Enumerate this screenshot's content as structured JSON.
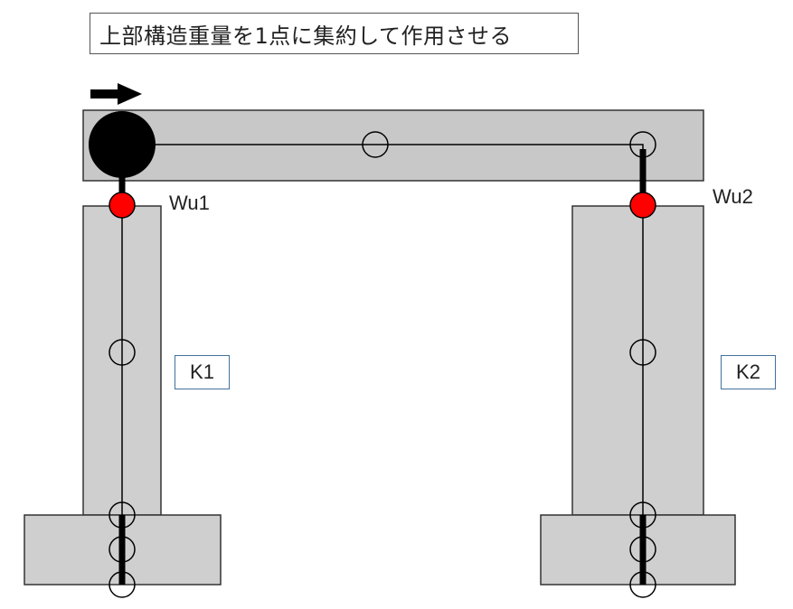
{
  "title": "上部構造重量を1点に集約して作用させる",
  "nodes": {
    "wu1": "Wu1",
    "wu2": "Wu2"
  },
  "springs": {
    "k1": "K1",
    "k2": "K2"
  },
  "colors": {
    "member_fill": "#d0cfd0",
    "beam_fill": "#c8c8c8",
    "bearing": "#ff0000",
    "mass": "#000000",
    "spring_box_border": "#41719c"
  },
  "icons": {
    "load_direction": "arrow-right-icon",
    "lumped_mass": "filled-circle-icon",
    "bearing_node": "red-dot-icon",
    "node": "open-circle-icon"
  }
}
